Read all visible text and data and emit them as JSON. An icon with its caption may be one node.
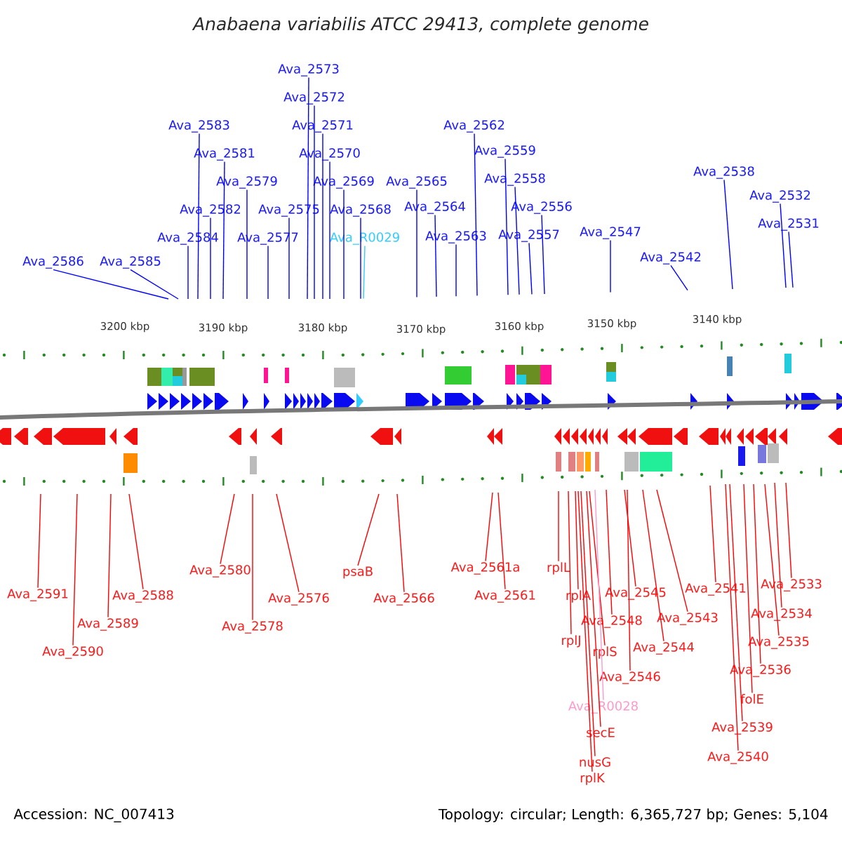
{
  "diagram": {
    "title": "Anabaena variabilis ATCC 29413, complete genome",
    "nodes": [
      {
        "text": [
          "Ava_2573"
        ]
      },
      {
        "text": [
          "Ava_2572"
        ]
      },
      {
        "text": [
          "Ava_2583"
        ]
      },
      {
        "text": [
          "Ava_2571"
        ]
      },
      {
        "text": [
          "Ava_2562"
        ]
      },
      {
        "text": [
          "Ava_2581"
        ]
      },
      {
        "text": [
          "Ava_2570"
        ]
      },
      {
        "text": [
          "Ava_2559"
        ]
      },
      {
        "text": [
          "Ava_2538"
        ]
      },
      {
        "text": [
          "Ava_2579"
        ]
      },
      {
        "text": [
          "Ava_2569"
        ]
      },
      {
        "text": [
          "Ava_2565"
        ]
      },
      {
        "text": [
          "Ava_2558"
        ]
      },
      {
        "text": [
          "Ava_2532"
        ]
      },
      {
        "text": [
          "Ava_2582"
        ]
      },
      {
        "text": [
          "Ava_2575"
        ]
      },
      {
        "text": [
          "Ava_2568"
        ]
      },
      {
        "text": [
          "Ava_2564"
        ]
      },
      {
        "text": [
          "Ava_2556"
        ]
      },
      {
        "text": [
          "Ava_2531"
        ]
      },
      {
        "text": [
          "Ava_2547"
        ]
      },
      {
        "text": [
          "Ava_2584"
        ]
      },
      {
        "text": [
          "Ava_2577"
        ]
      },
      {
        "text": [
          "Ava_R0029"
        ]
      },
      {
        "text": [
          "Ava_2563"
        ]
      },
      {
        "text": [
          "Ava_2557"
        ]
      },
      {
        "text": [
          "Ava_2542"
        ]
      },
      {
        "text": [
          "Ava_2586"
        ]
      },
      {
        "text": [
          "Ava_2585"
        ]
      },
      {
        "text": [
          "Ava_2580"
        ]
      },
      {
        "text": [
          "psaB"
        ]
      },
      {
        "text": [
          "Ava_2561a"
        ]
      },
      {
        "text": [
          "rplL"
        ]
      },
      {
        "text": [
          "Ava_2533"
        ]
      },
      {
        "text": [
          "Ava_2541"
        ]
      },
      {
        "text": [
          "Ava_2545"
        ]
      },
      {
        "text": [
          "Ava_2591"
        ]
      },
      {
        "text": [
          "Ava_2588"
        ]
      },
      {
        "text": [
          "Ava_2561"
        ]
      },
      {
        "text": [
          "rplA"
        ]
      },
      {
        "text": [
          "Ava_2576"
        ]
      },
      {
        "text": [
          "Ava_2566"
        ]
      },
      {
        "text": [
          "Ava_2534"
        ]
      },
      {
        "text": [
          "Ava_2543"
        ]
      },
      {
        "text": [
          "Ava_2548"
        ]
      },
      {
        "text": [
          "Ava_2589"
        ]
      },
      {
        "text": [
          "Ava_2578"
        ]
      },
      {
        "text": [
          "rplJ"
        ]
      },
      {
        "text": [
          "Ava_2535"
        ]
      },
      {
        "text": [
          "Ava_2544"
        ]
      },
      {
        "text": [
          "Ava_2590"
        ]
      },
      {
        "text": [
          "rplS"
        ]
      },
      {
        "text": [
          "Ava_2536"
        ]
      },
      {
        "text": [
          "Ava_2546"
        ]
      },
      {
        "text": [
          "folE"
        ]
      },
      {
        "text": [
          "Ava_R0028"
        ]
      },
      {
        "text": [
          "Ava_2539"
        ]
      },
      {
        "text": [
          "secE"
        ]
      },
      {
        "text": [
          "Ava_2540"
        ]
      },
      {
        "text": [
          "nusG"
        ]
      },
      {
        "text": [
          "rplK"
        ]
      }
    ],
    "edges": [
      {
        "from": 0,
        "to": null,
        "arrow": "none",
        "color": "#0000ff"
      },
      {
        "from": 1,
        "to": null,
        "arrow": "none",
        "color": "#0000ff"
      },
      {
        "from": 2,
        "to": null,
        "arrow": "none",
        "color": "#0000ff"
      },
      {
        "from": 3,
        "to": null,
        "arrow": "none",
        "color": "#0000ff"
      },
      {
        "from": 4,
        "to": null,
        "arrow": "none",
        "color": "#0000ff"
      },
      {
        "from": 5,
        "to": null,
        "arrow": "none",
        "color": "#0000ff"
      },
      {
        "from": 6,
        "to": null,
        "arrow": "none",
        "color": "#0000ff"
      },
      {
        "from": 7,
        "to": null,
        "arrow": "none",
        "color": "#0000ff"
      },
      {
        "from": 8,
        "to": null,
        "arrow": "none",
        "color": "#0000ff"
      },
      {
        "from": 9,
        "to": null,
        "arrow": "none",
        "color": "#0000ff"
      },
      {
        "from": 10,
        "to": null,
        "arrow": "none",
        "color": "#0000ff"
      },
      {
        "from": 11,
        "to": null,
        "arrow": "none",
        "color": "#0000ff"
      },
      {
        "from": 12,
        "to": null,
        "arrow": "none",
        "color": "#0000ff"
      },
      {
        "from": 13,
        "to": null,
        "arrow": "none",
        "color": "#0000ff"
      },
      {
        "from": 14,
        "to": null,
        "arrow": "none",
        "color": "#0000ff"
      },
      {
        "from": 15,
        "to": null,
        "arrow": "none",
        "color": "#0000ff"
      },
      {
        "from": 16,
        "to": null,
        "arrow": "none",
        "color": "#0000ff"
      },
      {
        "from": 17,
        "to": null,
        "arrow": "none",
        "color": "#0000ff"
      },
      {
        "from": 18,
        "to": null,
        "arrow": "none",
        "color": "#0000ff"
      },
      {
        "from": 19,
        "to": null,
        "arrow": "none",
        "color": "#0000ff"
      },
      {
        "from": 20,
        "to": null,
        "arrow": "none",
        "color": "#0000ff"
      },
      {
        "from": 21,
        "to": null,
        "arrow": "none",
        "color": "#0000ff"
      },
      {
        "from": 22,
        "to": null,
        "arrow": "none",
        "color": "#0000ff"
      },
      {
        "from": 23,
        "to": null,
        "arrow": "none",
        "color": "#33ccff"
      },
      {
        "from": 24,
        "to": null,
        "arrow": "none",
        "color": "#0000ff"
      },
      {
        "from": 25,
        "to": null,
        "arrow": "none",
        "color": "#0000ff"
      },
      {
        "from": 26,
        "to": null,
        "arrow": "none",
        "color": "#0000ff"
      },
      {
        "from": 27,
        "to": null,
        "arrow": "none",
        "color": "#0000ff"
      },
      {
        "from": 28,
        "to": null,
        "arrow": "none",
        "color": "#0000ff"
      },
      {
        "from": 29,
        "to": null,
        "arrow": "none"
      },
      {
        "from": 30,
        "to": null,
        "arrow": "none"
      },
      {
        "from": 31,
        "to": null,
        "arrow": "none"
      },
      {
        "from": 32,
        "to": null,
        "arrow": "none"
      },
      {
        "from": 33,
        "to": null,
        "arrow": "none"
      },
      {
        "from": 34,
        "to": null,
        "arrow": "none"
      },
      {
        "from": 35,
        "to": null,
        "arrow": "none"
      },
      {
        "from": 36,
        "to": null,
        "arrow": "none"
      },
      {
        "from": 37,
        "to": null,
        "arrow": "none"
      },
      {
        "from": 38,
        "to": null,
        "arrow": "none"
      },
      {
        "from": 39,
        "to": null,
        "arrow": "none"
      },
      {
        "from": 40,
        "to": null,
        "arrow": "none"
      },
      {
        "from": 41,
        "to": null,
        "arrow": "none"
      },
      {
        "from": 42,
        "to": null,
        "arrow": "none"
      },
      {
        "from": 43,
        "to": null,
        "arrow": "none"
      },
      {
        "from": 44,
        "to": null,
        "arrow": "none"
      },
      {
        "from": 45,
        "to": null,
        "arrow": "none"
      },
      {
        "from": 46,
        "to": null,
        "arrow": "none"
      },
      {
        "from": 47,
        "to": null,
        "arrow": "none"
      },
      {
        "from": 48,
        "to": null,
        "arrow": "none"
      },
      {
        "from": 49,
        "to": null,
        "arrow": "none"
      },
      {
        "from": 50,
        "to": null,
        "arrow": "none"
      },
      {
        "from": 51,
        "to": null,
        "arrow": "none"
      },
      {
        "from": 52,
        "to": null,
        "arrow": "none"
      },
      {
        "from": 53,
        "to": null,
        "arrow": "none"
      },
      {
        "from": 54,
        "to": null,
        "arrow": "none"
      },
      {
        "from": 55,
        "to": null,
        "arrow": "none",
        "color": "#ff99cc"
      },
      {
        "from": 56,
        "to": null,
        "arrow": "none"
      },
      {
        "from": 57,
        "to": null,
        "arrow": "none"
      },
      {
        "from": 58,
        "to": null,
        "arrow": "none"
      },
      {
        "from": 59,
        "to": null,
        "arrow": "none"
      },
      {
        "from": 60,
        "to": null,
        "arrow": "none"
      }
    ],
    "labels": [
      "3200 kbp",
      "3190 kbp",
      "3180 kbp",
      "3170 kbp",
      "3160 kbp",
      "3150 kbp",
      "3140 kbp",
      "Accession: NC_007413",
      "Topology: circular; Length: 6,365,727 bp; Genes: 5,104"
    ]
  }
}
